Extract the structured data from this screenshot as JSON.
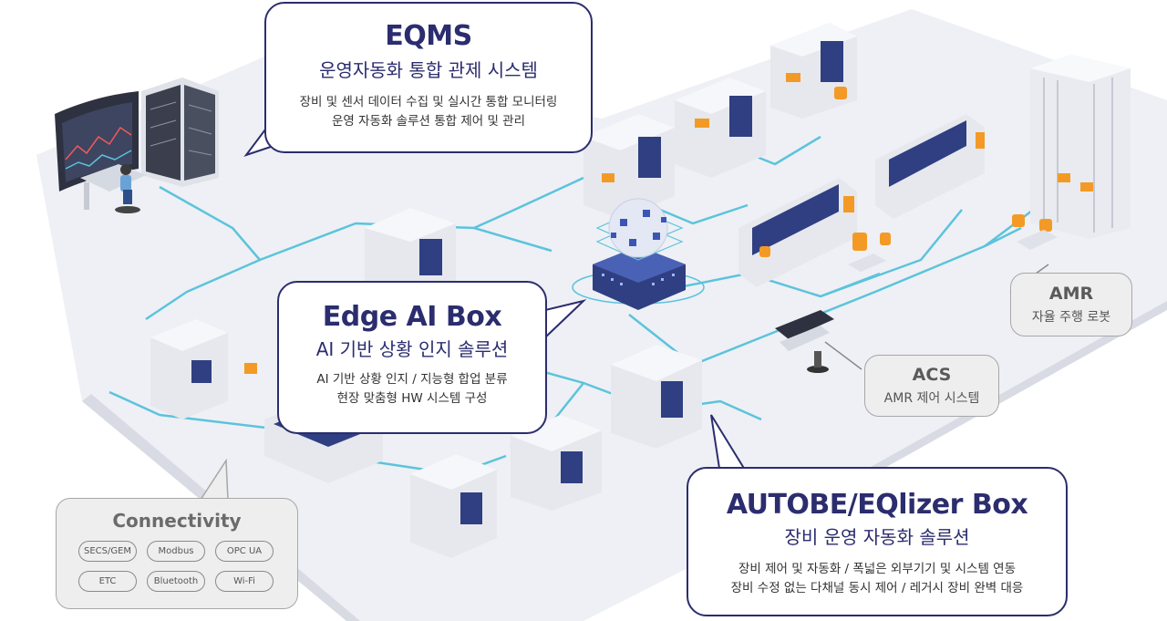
{
  "eqms": {
    "title": "EQMS",
    "subtitle": "운영자동화 통합 관제 시스템",
    "line1": "장비 및 센서 데이터 수집 및 실시간 통합 모니터링",
    "line2": "운영 자동화 솔루션 통합 제어 및 관리"
  },
  "edge": {
    "title": "Edge AI Box",
    "subtitle": "AI 기반 상황 인지 솔루션",
    "line1": "AI 기반 상황 인지 / 지능형 합업 분류",
    "line2": "현장 맞춤형 HW 시스템 구성"
  },
  "autobe": {
    "title": "AUTOBE/EQlizer Box",
    "subtitle": "장비 운영 자동화 솔루션",
    "line1": "장비 제어 및 자동화 / 폭넓은 외부기기 및 시스템 연동",
    "line2": "장비 수정 없는 다채널 동시 제어 / 레거시 장비 완벽 대응"
  },
  "amr": {
    "title": "AMR",
    "subtitle": "자율 주행 로봇"
  },
  "acs": {
    "title": "ACS",
    "subtitle": "AMR 제어 시스템"
  },
  "connectivity": {
    "title": "Connectivity",
    "protocols": [
      "SECS/GEM",
      "Modbus",
      "OPC UA",
      "ETC",
      "Bluetooth",
      "Wi-Fi"
    ]
  },
  "colors": {
    "accent": "#2b2d6e",
    "line": "#5cc3dc",
    "floor": "#eef0f5",
    "machine_orange": "#f39a26",
    "machine_blue": "#2f3f82"
  },
  "icons": [
    "monitor-wall-icon",
    "server-rack-icon",
    "operator-icon",
    "edge-ai-chip-icon",
    "robot-arm-icon",
    "agv-robot-icon",
    "acs-console-icon"
  ]
}
